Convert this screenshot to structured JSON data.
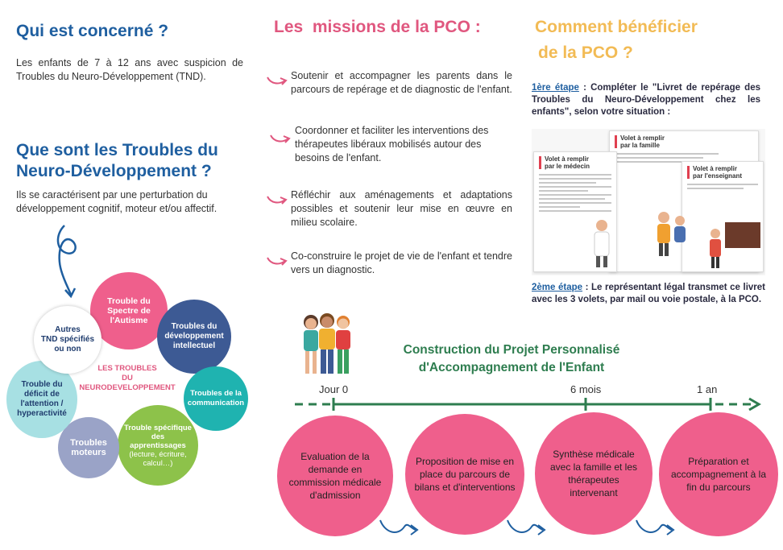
{
  "left": {
    "concerned_title": "Qui est concerné ?",
    "concerned_text": "Les enfants de 7 à 12 ans avec suspicion de Troubles du Neuro-Développement (TND).",
    "tnd_title_line1": "Que sont les Troubles du",
    "tnd_title_line2": "Neuro-Développement ?",
    "tnd_text": "Ils se caractérisent par une perturbation du développement cognitif, moteur et/ou affectif.",
    "diagram_center": [
      "LES TROUBLES",
      "DU",
      "NEURODEVELOPPEMENT"
    ],
    "diagram_bubbles": [
      {
        "lines": [
          "Trouble du",
          "Spectre de",
          "l'Autisme"
        ],
        "color": "#ef5f8c"
      },
      {
        "lines": [
          "Troubles du",
          "développement",
          "intellectuel"
        ],
        "color": "#3d5a94"
      },
      {
        "lines": [
          "Troubles de la",
          "communication"
        ],
        "color": "#1fb3b0"
      },
      {
        "lines": [
          "Trouble spécifique",
          "des apprentissages",
          "(lecture, écriture,",
          "calcul…)"
        ],
        "color": "#8dc24a"
      },
      {
        "lines": [
          "Troubles",
          "moteurs"
        ],
        "color": "#9aa3c7"
      },
      {
        "lines": [
          "Trouble du",
          "déficit de",
          "l'attention /",
          "hyperactivité"
        ],
        "color": "#a7e0e3"
      },
      {
        "lines": [
          "Autres",
          "TND spécifiés",
          "ou non"
        ],
        "color": "#ffffff"
      }
    ]
  },
  "middle": {
    "missions_title": "Les  missions de la PCO :",
    "missions": [
      "Soutenir et accompagner les parents dans le parcours de repérage et de diagnostic de l'enfant.",
      "Coordonner et faciliter les interventions  des thérapeutes libéraux mobilisés autour des besoins de l'enfant.",
      "Réfléchir aux aménagements et adaptations possibles et soutenir leur mise en œuvre en milieu scolaire.",
      "Co-construire le projet de vie de l'enfant et tendre vers un diagnostic."
    ]
  },
  "right": {
    "benefit_title_line1": "Comment bénéficier",
    "benefit_title_line2": "de la PCO ?",
    "step1_label": "1ère étape",
    "step1_text": " : Compléter  le \"Livret de repérage des Troubles du Neuro-Développement chez les enfants\", selon votre situation :",
    "step2_label": "2ème étape",
    "step2_text": " : Le représentant légal transmet ce livret avec les 3 volets, par mail ou voie postale, à la PCO.",
    "doc_cards": [
      {
        "title_line1": "Volet à remplir",
        "title_line2": "par le médecin"
      },
      {
        "title_line1": "Volet à remplir",
        "title_line2": "par la famille"
      },
      {
        "title_line1": "Volet à remplir",
        "title_line2": "par l'enseignant"
      }
    ]
  },
  "timeline": {
    "title_line1": "Construction du Projet Personnalisé",
    "title_line2": "d'Accompagnement de l'Enfant",
    "labels": [
      "Jour 0",
      "6 mois",
      "1 an"
    ],
    "stages": [
      "Evaluation de la demande en commission médicale d'admission",
      "Proposition de mise en place du parcours de bilans et d'interventions",
      "Synthèse médicale avec la famille et les thérapeutes intervenant",
      "Préparation  et accompagnement à la fin du parcours"
    ]
  },
  "colors": {
    "blue": "#1f5fa0",
    "pink": "#e0577f",
    "orange": "#f2bb55",
    "green": "#2e7d4f",
    "stage_pink": "#ef5f8c"
  }
}
